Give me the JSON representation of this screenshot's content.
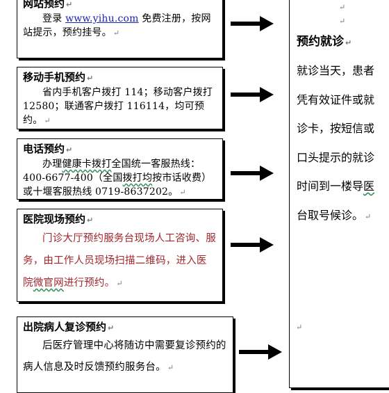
{
  "online": {
    "title": "网站预约",
    "line1_prefix": "登录 ",
    "link": "www.yihu.com",
    "line1_suffix": " 免费注册，按网站提示，预约挂号。"
  },
  "mobile": {
    "title": "移动手机预约",
    "body": "省内手机客户拨打 114；移动客户拨打 12580；联通客户拨打 116114，均可预约。"
  },
  "phone": {
    "title": "电话预约",
    "body_a": "办理",
    "body_b": "健康卡拨打",
    "body_c": "全国统一客服热线：400-6677-400（全国",
    "body_d": "拨打均",
    "body_e": "按市话收费）或十堰客服热线 0719-8637202。"
  },
  "onsite": {
    "title": "医院现场预约",
    "body_a": "门诊大厅预约服务台现场人工咨询、服务，由工作人员现场扫描二维码，进入医院",
    "body_b": "微官网",
    "body_c": "进行预约。"
  },
  "followup": {
    "title": "出院病人复诊预约",
    "body": "后医疗管理中心将随访中需要复诊预约的病人信息及时反馈预约服务台。"
  },
  "visit": {
    "title": "预约就诊",
    "body_a": "就诊当天，患者凭有效证件或就诊卡，按短信或口头提示的就诊时间到一楼导",
    "body_b": "医",
    "body_c": "台取号候诊。"
  }
}
